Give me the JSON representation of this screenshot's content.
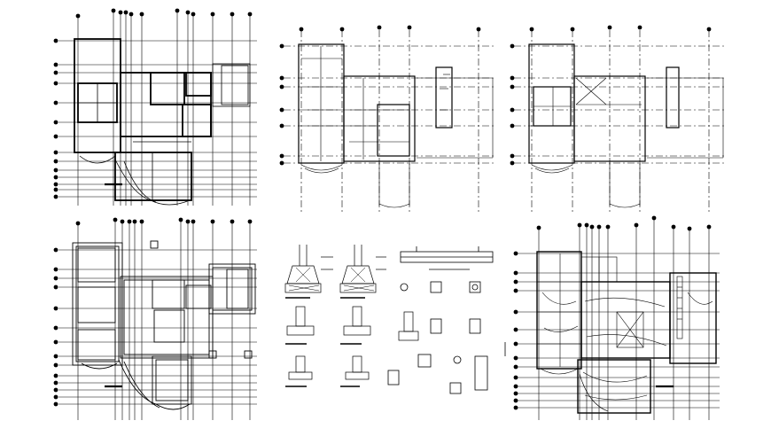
{
  "drawing": {
    "type": "architectural structural CAD sheet",
    "background": "#ffffff",
    "line_color": "#000000",
    "panels": [
      {
        "id": "plan-top-left",
        "kind": "floor-plan"
      },
      {
        "id": "plan-top-middle",
        "kind": "floor-plan"
      },
      {
        "id": "plan-top-right",
        "kind": "floor-plan"
      },
      {
        "id": "plan-bottom-left",
        "kind": "foundation-plan"
      },
      {
        "id": "details-bottom-middle",
        "kind": "footing-and-column-details"
      },
      {
        "id": "plan-bottom-right",
        "kind": "floor-plan"
      }
    ]
  }
}
